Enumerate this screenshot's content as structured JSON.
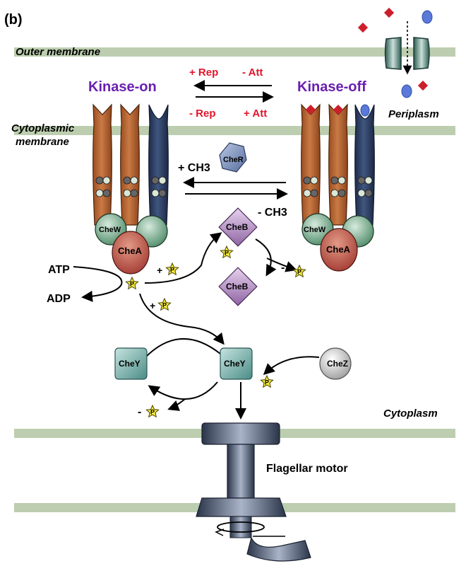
{
  "panel_label": "(b)",
  "compartments": {
    "outer_membrane": "Outer membrane",
    "cytoplasmic_membrane_line1": "Cytoplasmic",
    "cytoplasmic_membrane_line2": "membrane",
    "periplasm": "Periplasm",
    "cytoplasm": "Cytoplasm"
  },
  "states": {
    "kinase_on": "Kinase-on",
    "kinase_off": "Kinase-off"
  },
  "switch_labels": {
    "plus_rep": "+ Rep",
    "minus_att": "- Att",
    "minus_rep": "- Rep",
    "plus_att": "+ Att"
  },
  "methylation": {
    "plus_ch3": "+ CH3",
    "minus_ch3": "- CH3"
  },
  "proteins": {
    "cher": "CheR",
    "chew": "CheW",
    "chea": "CheA",
    "cheb": "CheB",
    "chey": "CheY",
    "chez": "CheZ"
  },
  "phosphate": "P",
  "signs": {
    "plus": "+",
    "minus": "-"
  },
  "nucleotides": {
    "atp": "ATP",
    "adp": "ADP"
  },
  "motor": "Flagellar motor",
  "colors": {
    "membrane": "#bcceaf",
    "receptor_orange": "#b8642e",
    "receptor_navy": "#2e3f66",
    "chew_green": "#5d9a78",
    "chea_red": "#b44a40",
    "cheb_purple": "#a47ab2",
    "chey_teal": "#5f9d98",
    "cher_blue": "#596d98",
    "phospho_yellow": "#f3e83c",
    "repellent_red": "#cc1f2b",
    "attractant_blue": "#5a79d8",
    "state_purple": "#6a1fb0",
    "switch_red": "#e0142c"
  }
}
